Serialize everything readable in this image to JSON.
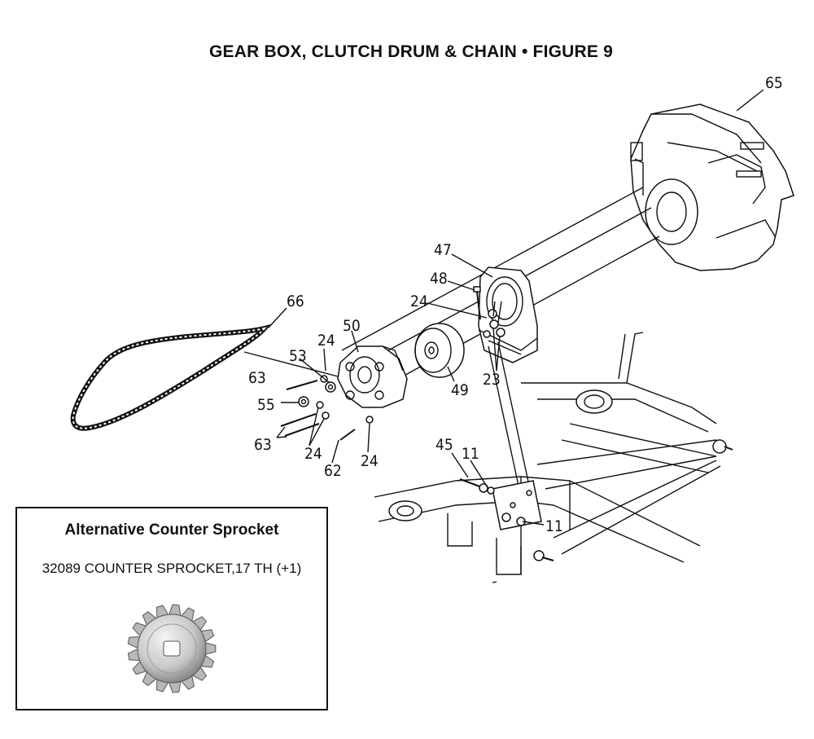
{
  "title": "GEAR BOX, CLUTCH DRUM & CHAIN  •  FIGURE 9",
  "callouts": {
    "c65": "65",
    "c47": "47",
    "c48": "48",
    "c24a": "24",
    "c24b": "24",
    "c24c": "24",
    "c24d": "24",
    "c50": "50",
    "c53": "53",
    "c66": "66",
    "c63a": "63",
    "c63b": "63",
    "c55": "55",
    "c49": "49",
    "c23": "23",
    "c62": "62",
    "c45": "45",
    "c11a": "11",
    "c11b": "11"
  },
  "inset": {
    "title": "Alternative Counter Sprocket",
    "part": "32089 COUNTER SPROCKET,17 TH (+1)"
  }
}
